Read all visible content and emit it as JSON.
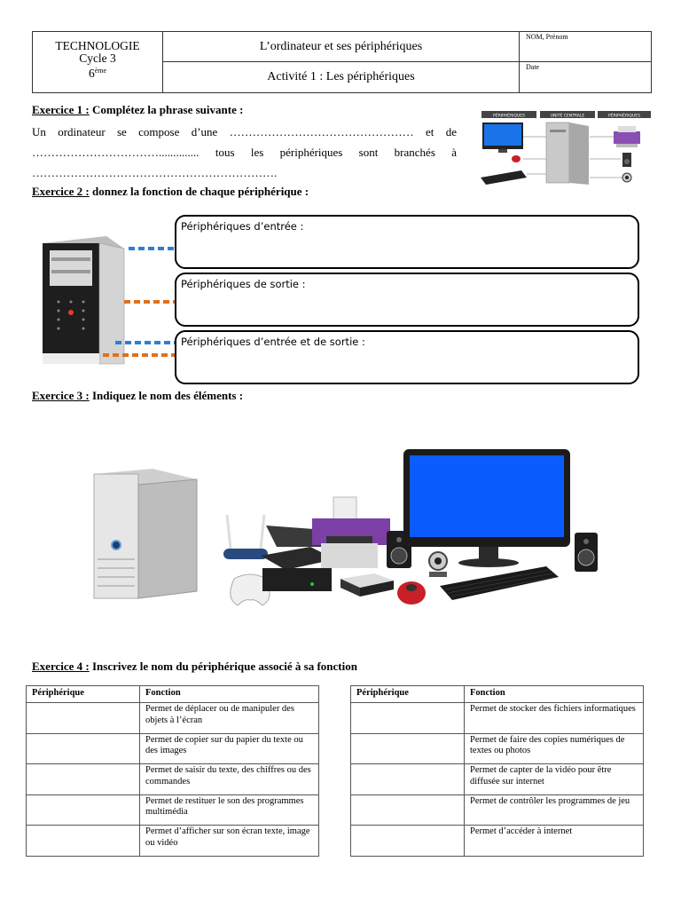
{
  "header": {
    "subject": "TECHNOLOGIE",
    "cycle": "Cycle 3",
    "grade_number": "6",
    "grade_sup": "ème",
    "title": "L’ordinateur et ses périphériques",
    "activity": "Activité 1 : Les périphériques",
    "name_label": "NOM, Prénom",
    "date_label": "Date"
  },
  "ex1": {
    "label": "Exercice 1 :",
    "title": " Complétez la phrase suivante :",
    "line1": "Un ordinateur se compose d’une ………………………………………… et de",
    "line2": "…………………………….............. tous les périphériques sont branchés à",
    "line3": "……………………………………………………….",
    "diagram_headers": [
      "PÉRIPHÉRIQUES",
      "UNITÉ CENTRALE",
      "PÉRIPHÉRIQUES"
    ]
  },
  "ex2": {
    "label": "Exercice 2 :",
    "title": " donnez la fonction de chaque périphérique :",
    "boxes": [
      "Périphériques d’entrée :",
      "Périphériques de sortie :",
      "Périphériques d’entrée et de sortie :"
    ],
    "colors": {
      "blue_dash": "#2c7fd6",
      "orange_dash": "#e0701a"
    }
  },
  "ex3": {
    "label": "Exercice 3 :",
    "title": " Indiquez le nom des éléments :",
    "screen_color": "#0b5cff"
  },
  "ex4": {
    "label": "Exercice 4 :",
    "title": " Inscrivez le nom du périphérique associé à sa fonction",
    "col_peripheral": "Périphérique",
    "col_function": "Fonction",
    "left": [
      "Permet de déplacer ou de manipuler des objets à l’écran",
      "Permet de copier sur du papier du texte ou des images",
      "Permet de saisir du texte, des chiffres ou des commandes",
      "Permet de restituer le son des programmes multimédia",
      "Permet d’afficher sur son écran texte, image ou vidéo"
    ],
    "right": [
      "Permet de stocker des fichiers informatiques",
      "Permet de faire des copies numériques de textes ou photos",
      "Permet de capter de la vidéo pour être diffusée sur internet",
      "Permet de contrôler les programmes de jeu",
      "Permet d’accéder à internet"
    ]
  }
}
